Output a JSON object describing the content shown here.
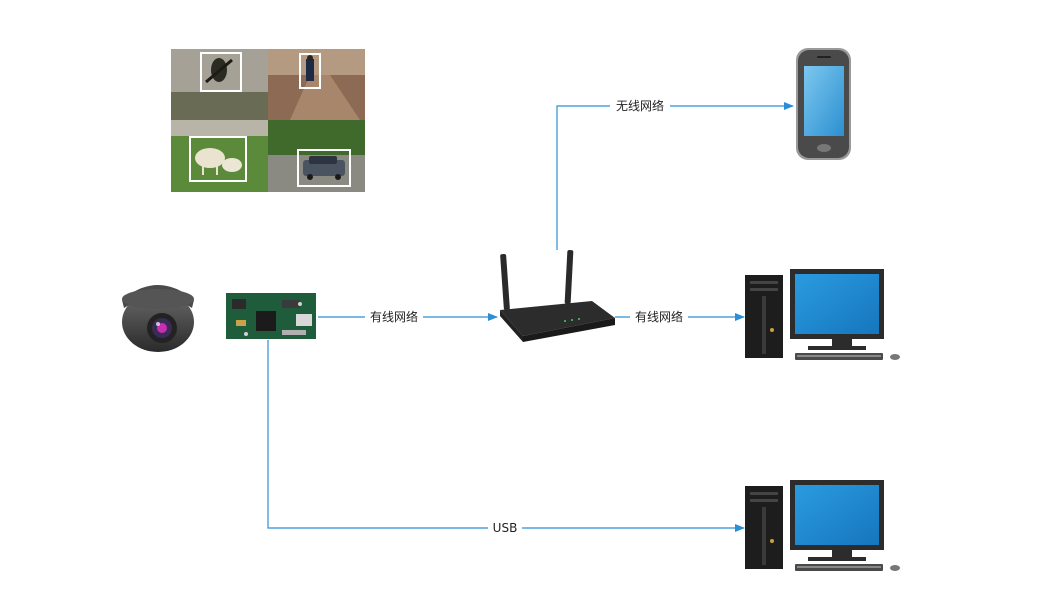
{
  "diagram": {
    "nodes": [
      {
        "id": "detection-images",
        "icon": "detection-collage-image"
      },
      {
        "id": "camera",
        "icon": "dome-camera-icon"
      },
      {
        "id": "board",
        "icon": "circuit-board-icon"
      },
      {
        "id": "router",
        "icon": "wifi-router-icon"
      },
      {
        "id": "phone",
        "icon": "smartphone-icon"
      },
      {
        "id": "pc-top",
        "icon": "desktop-computer-icon"
      },
      {
        "id": "pc-bottom",
        "icon": "desktop-computer-icon"
      }
    ],
    "edges": [
      {
        "from": "board",
        "to": "router",
        "label": "有线网络"
      },
      {
        "from": "router",
        "to": "phone",
        "label": "无线网络"
      },
      {
        "from": "router",
        "to": "pc-top",
        "label": "有线网络"
      },
      {
        "from": "board",
        "to": "pc-bottom",
        "label": "USB"
      }
    ]
  },
  "colors": {
    "edge": "#2b8fd6",
    "monitor_screen": "#1f8fd3",
    "device_body": "#333333"
  }
}
